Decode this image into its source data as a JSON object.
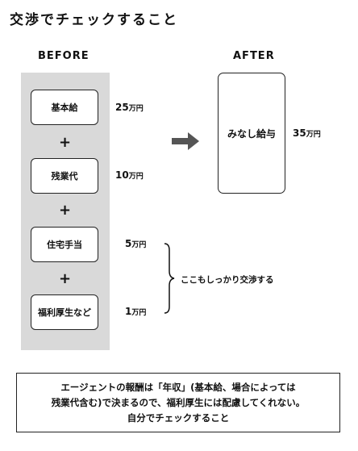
{
  "title": "交渉でチェックすること",
  "before_header": "BEFORE",
  "after_header": "AFTER",
  "before_items": [
    {
      "label": "基本給",
      "amount": "25",
      "unit": "万円"
    },
    {
      "label": "残業代",
      "amount": "10",
      "unit": "万円"
    },
    {
      "label": "住宅手当",
      "amount": "5",
      "unit": "万円"
    },
    {
      "label": "福利厚生など",
      "amount": "1",
      "unit": "万円"
    }
  ],
  "plus_symbol": "+",
  "after_item": {
    "label": "みなし給与",
    "amount": "35",
    "unit": "万円"
  },
  "brace_label": "ここもしっかり交渉する",
  "note_lines": [
    "エージェントの報酬は「年収」(基本給、場合によっては",
    "残業代含む)で決まるので、福利厚生には配慮してくれない。",
    "自分でチェックすること"
  ]
}
